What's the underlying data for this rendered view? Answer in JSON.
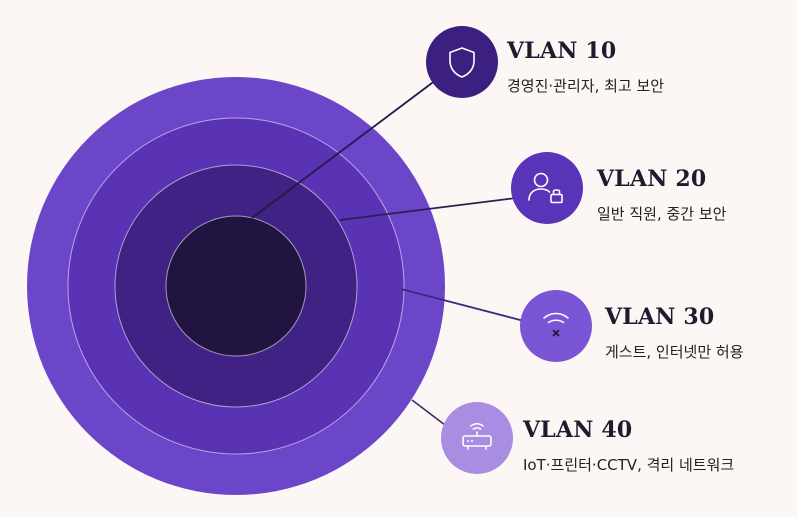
{
  "colors": {
    "background": "#fcf7f5",
    "ring_outer": "#6b46c9",
    "ring_2": "#5a32b4",
    "ring_3": "#3f2283",
    "ring_core": "#221440",
    "badge_1": "#3b2080",
    "badge_2": "#5a34b8",
    "badge_3": "#7a55d6",
    "badge_4": "#a98de2",
    "connector": "#2f1f5e"
  },
  "vlans": [
    {
      "title": "VLAN 10",
      "description": "경영진·관리자, 최고 보안",
      "icon": "shield-icon"
    },
    {
      "title": "VLAN 20",
      "description": "일반 직원, 중간 보안",
      "icon": "user-lock-icon"
    },
    {
      "title": "VLAN 30",
      "description": "게스트, 인터넷만 허용",
      "icon": "wifi-off-icon"
    },
    {
      "title": "VLAN 40",
      "description": "IoT·프린터·CCTV, 격리 네트워크",
      "icon": "router-icon"
    }
  ]
}
